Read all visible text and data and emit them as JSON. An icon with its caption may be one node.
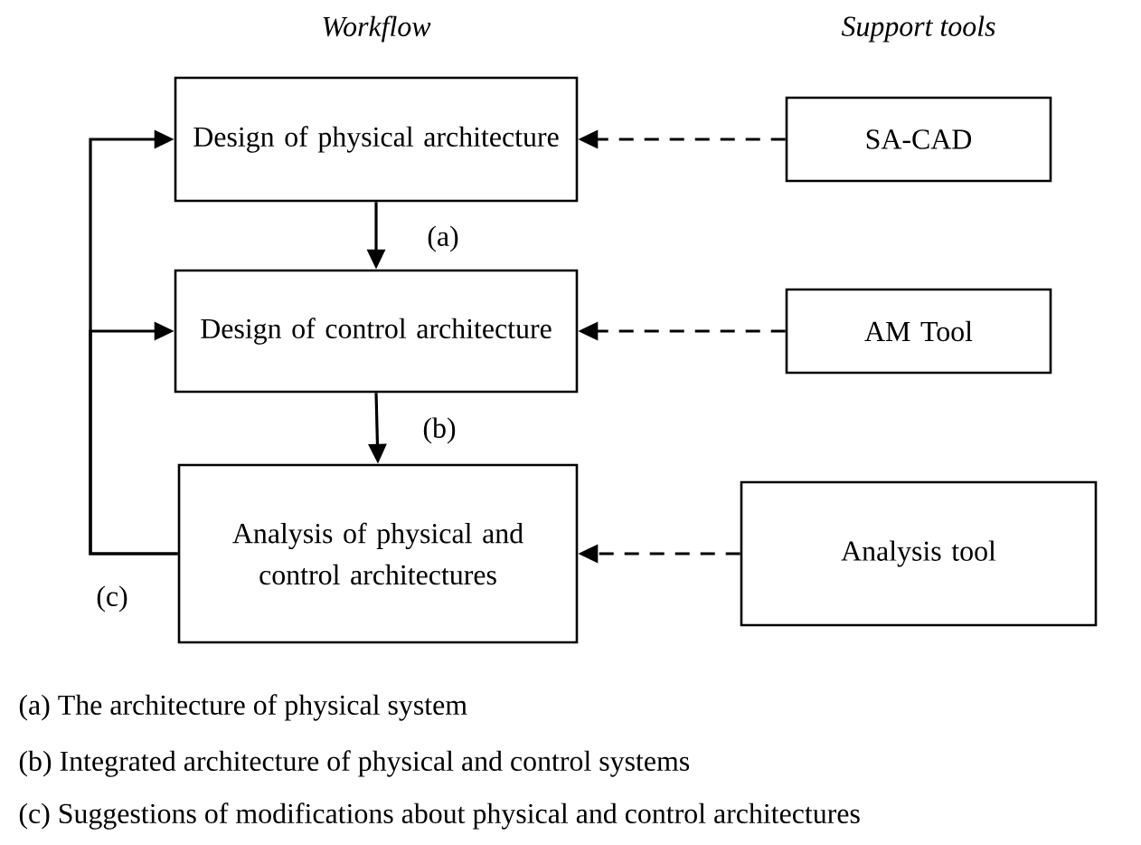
{
  "diagram": {
    "nodes": [
      {
        "text": [
          "Design of physical architecture"
        ]
      },
      {
        "text": [
          "Design of control architecture"
        ]
      },
      {
        "text": [
          "Analysis of physical and control architectures"
        ]
      },
      {
        "text": [
          "SA-CAD"
        ]
      },
      {
        "text": [
          "AM Tool"
        ]
      },
      {
        "text": [
          "Analysis tool"
        ]
      }
    ],
    "edges": [
      {
        "from": 0,
        "to": 1,
        "arrow": "to",
        "label": "(a)"
      },
      {
        "from": 1,
        "to": 2,
        "arrow": "to",
        "label": "(b)"
      },
      {
        "from": 2,
        "to": 0,
        "arrow": "to",
        "label": "(c)"
      },
      {
        "from": 2,
        "to": 1,
        "arrow": "to"
      },
      {
        "from": 3,
        "to": 0,
        "arrow": "to",
        "style": "dashed"
      },
      {
        "from": 4,
        "to": 1,
        "arrow": "to",
        "style": "dashed"
      },
      {
        "from": 5,
        "to": 2,
        "arrow": "to",
        "style": "dashed"
      }
    ],
    "labels": [
      "Workflow",
      "Support tools",
      "(a) The architecture of physical system",
      "(b) Integrated architecture of physical and control systems",
      "(c) Suggestions of modifications about physical and control architectures"
    ]
  }
}
